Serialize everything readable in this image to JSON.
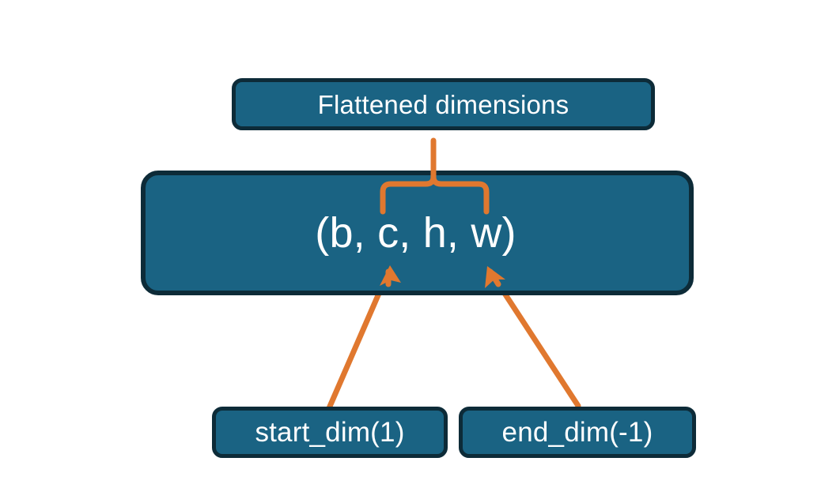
{
  "diagram": {
    "title_box": {
      "label": "Flattened dimensions"
    },
    "tuple_box": {
      "label": "(b, c, h, w)"
    },
    "start_box": {
      "label": "start_dim(1)"
    },
    "end_box": {
      "label": "end_dim(-1)"
    },
    "colors": {
      "box_fill": "#1a6383",
      "box_border": "#0d2b38",
      "box_text": "#ffffff",
      "connector": "#e0782f",
      "background": "#ffffff"
    },
    "connectors": [
      {
        "name": "brace-to-flattened",
        "kind": "curly-brace-with-stem",
        "from": "tuple_box.c_h_w_span",
        "to": "title_box"
      },
      {
        "name": "start-dim-arrow",
        "kind": "arrow",
        "from": "start_box",
        "to": "tuple_box.c"
      },
      {
        "name": "end-dim-arrow",
        "kind": "arrow",
        "from": "end_box",
        "to": "tuple_box.w"
      }
    ]
  }
}
